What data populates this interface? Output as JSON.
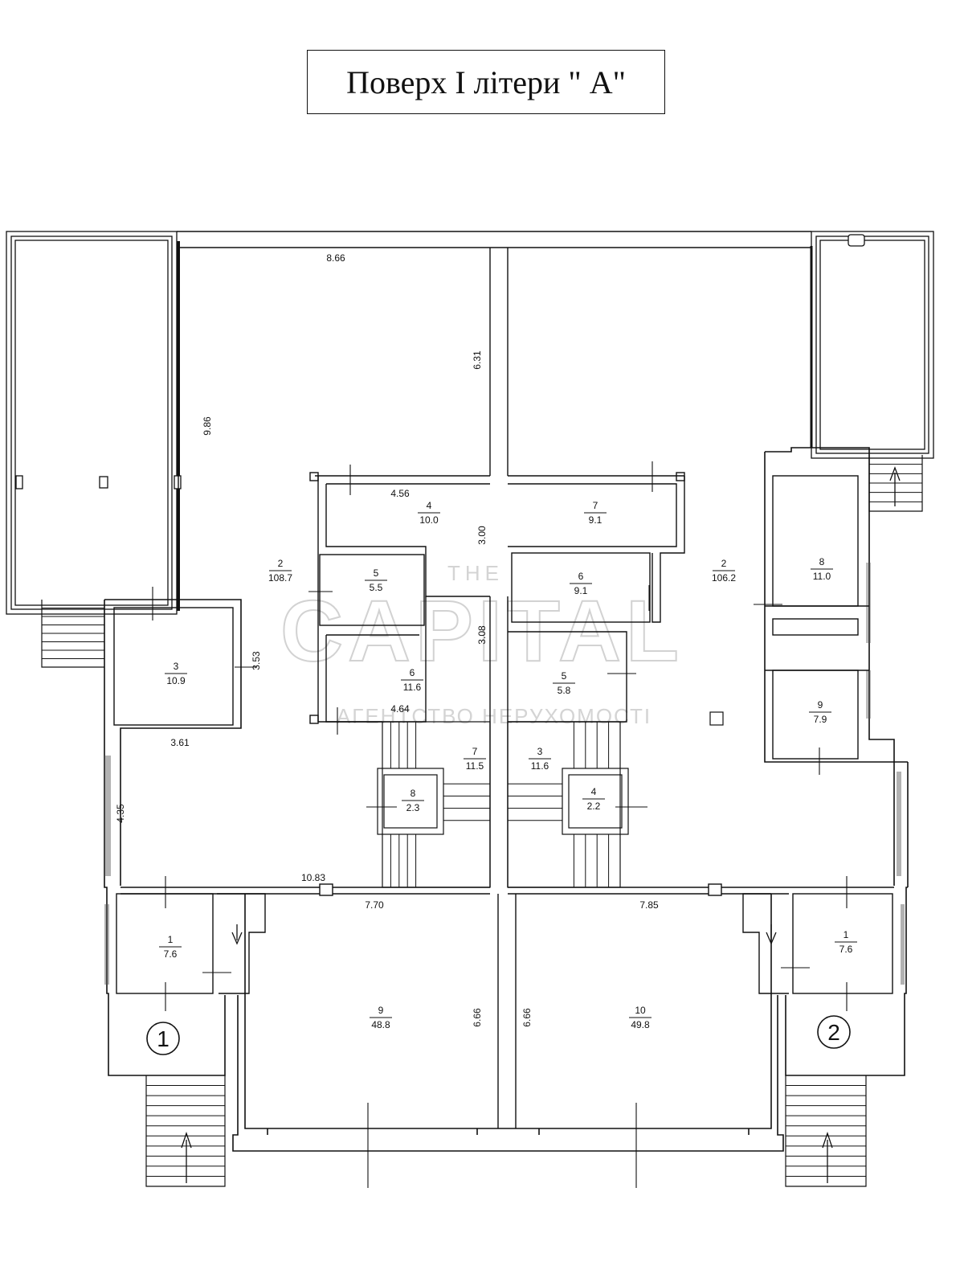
{
  "title": "Поверх I літери \" А\"",
  "colors": {
    "ink": "#111111",
    "paper": "#ffffff",
    "watermark": "#cfcfcf"
  },
  "watermark": {
    "lines": [
      "THE",
      "CAPITAL",
      "АГЕНТСТВО НЕРУХОМОСТІ"
    ]
  },
  "entrances": [
    {
      "id": "entrance-1",
      "label": "1"
    },
    {
      "id": "entrance-2",
      "label": "2"
    }
  ],
  "rooms": [
    {
      "section": "left",
      "number": "1",
      "area": "7.6"
    },
    {
      "section": "left",
      "number": "2",
      "area": "108.7"
    },
    {
      "section": "left",
      "number": "3",
      "area": "10.9"
    },
    {
      "section": "left",
      "number": "4",
      "area": "10.0"
    },
    {
      "section": "left",
      "number": "5",
      "area": "5.5"
    },
    {
      "section": "left",
      "number": "6",
      "area": "11.6"
    },
    {
      "section": "left",
      "number": "7",
      "area": "11.5"
    },
    {
      "section": "left",
      "number": "8",
      "area": "2.3"
    },
    {
      "section": "left",
      "number": "9",
      "area": "48.8"
    },
    {
      "section": "right",
      "number": "1",
      "area": "7.6"
    },
    {
      "section": "right",
      "number": "2",
      "area": "106.2"
    },
    {
      "section": "right",
      "number": "3",
      "area": "11.6"
    },
    {
      "section": "right",
      "number": "4",
      "area": "2.2"
    },
    {
      "section": "right",
      "number": "5",
      "area": "5.8"
    },
    {
      "section": "right",
      "number": "6",
      "area": "9.1"
    },
    {
      "section": "right",
      "number": "7",
      "area": "9.1"
    },
    {
      "section": "right",
      "number": "8",
      "area": "11.0"
    },
    {
      "section": "right",
      "number": "9",
      "area": "7.9"
    },
    {
      "section": "right",
      "number": "10",
      "area": "49.8"
    }
  ],
  "dimensions": [
    "8.66",
    "6.31",
    "9.86",
    "4.56",
    "3.00",
    "3.53",
    "3.08",
    "3.61",
    "4.64",
    "4.35",
    "10.83",
    "7.70",
    "7.85",
    "6.66",
    "6.66"
  ]
}
